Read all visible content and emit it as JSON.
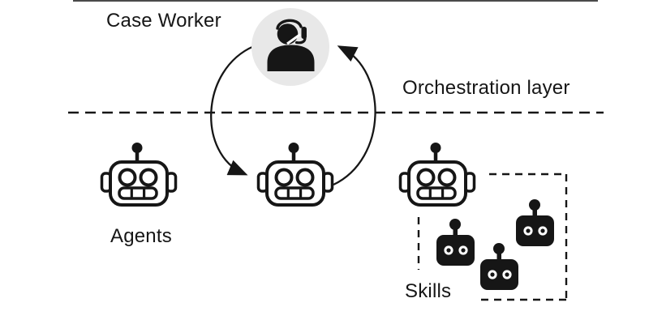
{
  "diagram": {
    "labels": {
      "case_worker": "Case Worker",
      "orchestration_layer": "Orchestration layer",
      "agents": "Agents",
      "skills": "Skills"
    },
    "icons": {
      "case_worker": "headset-person-icon",
      "agents": "robot-outline-icon",
      "skills": "robot-filled-icon",
      "arrows": "curved-cycle-arrows"
    },
    "counts": {
      "agent_robots": 3,
      "skill_robots": 3
    },
    "colors": {
      "ink": "#161616",
      "avatar_background": "#e8e8e8",
      "canvas_background": "#ffffff",
      "top_rule": "#4a4a4a"
    }
  }
}
